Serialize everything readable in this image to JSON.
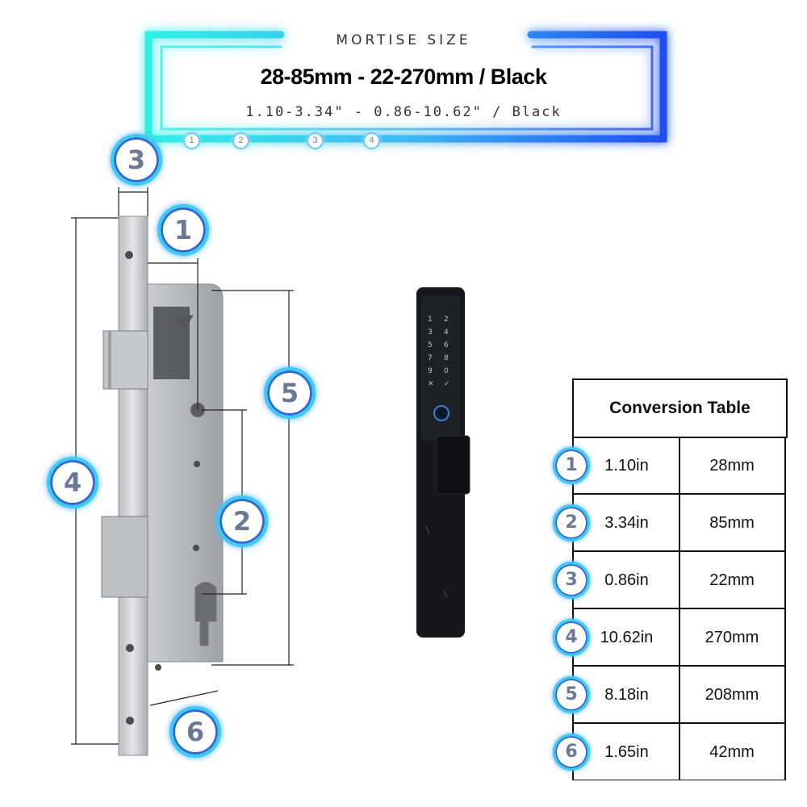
{
  "header": {
    "small_title": "MORTISE SIZE",
    "main_title": "28-85mm - 22-270mm / Black",
    "sub_title": "1.10-3.34\" - 0.86-10.62\" / Black",
    "mini_badges": [
      "1",
      "2",
      "3",
      "4"
    ]
  },
  "diagram": {
    "markers": [
      {
        "num": "3"
      },
      {
        "num": "1"
      },
      {
        "num": "5"
      },
      {
        "num": "4"
      },
      {
        "num": "2"
      },
      {
        "num": "6"
      }
    ]
  },
  "table": {
    "title": "Conversion Table",
    "rows": [
      {
        "num": "1",
        "inch": "1.10in",
        "mm": "28mm"
      },
      {
        "num": "2",
        "inch": "3.34in",
        "mm": "85mm"
      },
      {
        "num": "3",
        "inch": "0.86in",
        "mm": "22mm"
      },
      {
        "num": "4",
        "inch": "10.62in",
        "mm": "270mm"
      },
      {
        "num": "5",
        "inch": "8.18in",
        "mm": "208mm"
      },
      {
        "num": "6",
        "inch": "1.65in",
        "mm": "42mm"
      }
    ]
  },
  "colors": {
    "neon_cyan": "#2ee8f0",
    "neon_blue": "#1f5ef0",
    "badge_ring": "#3ecbf0",
    "badge_text": "#6b7a94"
  }
}
